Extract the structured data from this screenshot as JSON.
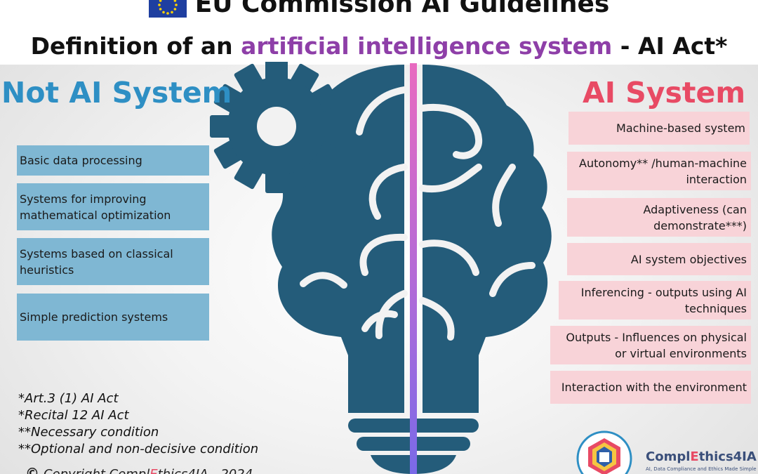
{
  "header": {
    "title_line1": "EU Commission AI Guidelines",
    "title_line2_pre": "Definition of an ",
    "title_line2_accent": "artificial intelligence system",
    "title_line2_post": " - AI Act*"
  },
  "left": {
    "heading": "Not AI System",
    "items": [
      "Basic data processing",
      "Systems for improving mathematical optimization",
      "Systems based on classical heuristics",
      "Simple prediction systems"
    ]
  },
  "right": {
    "heading": "AI System",
    "items": [
      "Machine-based system",
      "Autonomy** /human-machine interaction",
      "Adaptiveness (can demonstrate***)",
      "AI system objectives",
      "Inferencing - outputs using AI techniques",
      "Outputs - Influences on physical or virtual environments",
      "Interaction with the environment"
    ]
  },
  "footnotes": [
    "*Art.3 (1) AI Act",
    "*Recital 12 AI Act",
    "**Necessary condition",
    "**Optional and non-decisive condition"
  ],
  "copyright": {
    "text_pre": "Copyright Compl",
    "text_accent": "E",
    "text_post": "thics4IA - 2024"
  },
  "logo": {
    "name_pre": "Compl",
    "name_accent": "E",
    "name_post": "thics4IA",
    "tagline": "AI, Data Compliance and Ethics Made Simple"
  },
  "colors": {
    "not_ai": "#2e8fc4",
    "ai": "#e84a64",
    "accent": "#8e3fa8",
    "brain": "#245c7a",
    "left_box": "#7fb7d3",
    "right_box": "#f8d3d8"
  },
  "icons": {
    "flag": "eu-flag-icon",
    "gear": "gear-icon",
    "brain": "lightbulb-brain-icon",
    "copyright": "copyright-icon"
  }
}
